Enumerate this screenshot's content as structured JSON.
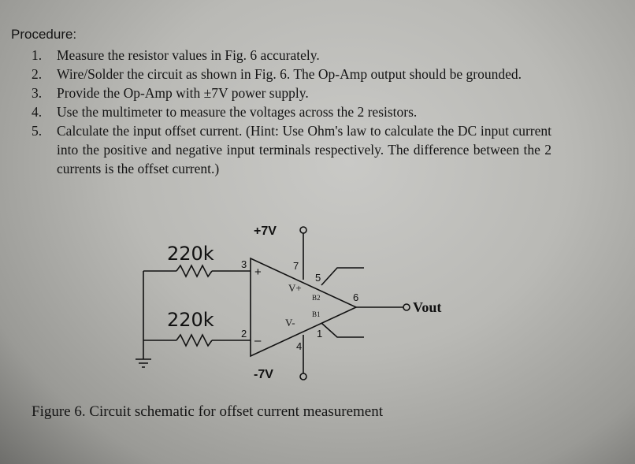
{
  "document": {
    "heading": "Procedure:",
    "steps": [
      {
        "number": "1.",
        "text": "Measure the resistor values in Fig. 6 accurately."
      },
      {
        "number": "2.",
        "text": "Wire/Solder the circuit as shown in Fig. 6. The Op-Amp output should be grounded."
      },
      {
        "number": "3.",
        "text": "Provide the Op-Amp with ±7V power supply."
      },
      {
        "number": "4.",
        "text": "Use the multimeter to measure the voltages across the 2 resistors."
      },
      {
        "number": "5.",
        "text": "Calculate the input offset current. (Hint: Use Ohm's law to calculate the DC input current into the positive and negative input terminals respectively. The difference between the 2 currents is the offset current.)"
      }
    ],
    "caption": "Figure 6. Circuit schematic for offset current measurement"
  },
  "circuit": {
    "supply_positive": "+7V",
    "supply_negative": "-7V",
    "output_label": "Vout",
    "resistor_top": "220k",
    "resistor_bottom": "220k",
    "pins": {
      "p3": "3",
      "p2": "2",
      "p7": "7",
      "p4": "4",
      "p5": "5",
      "p6": "6",
      "p1": "1"
    },
    "input_plus": "+",
    "input_minus": "–",
    "vplus": "V+",
    "vminus": "V-",
    "b2": "B2",
    "b1": "B1"
  }
}
